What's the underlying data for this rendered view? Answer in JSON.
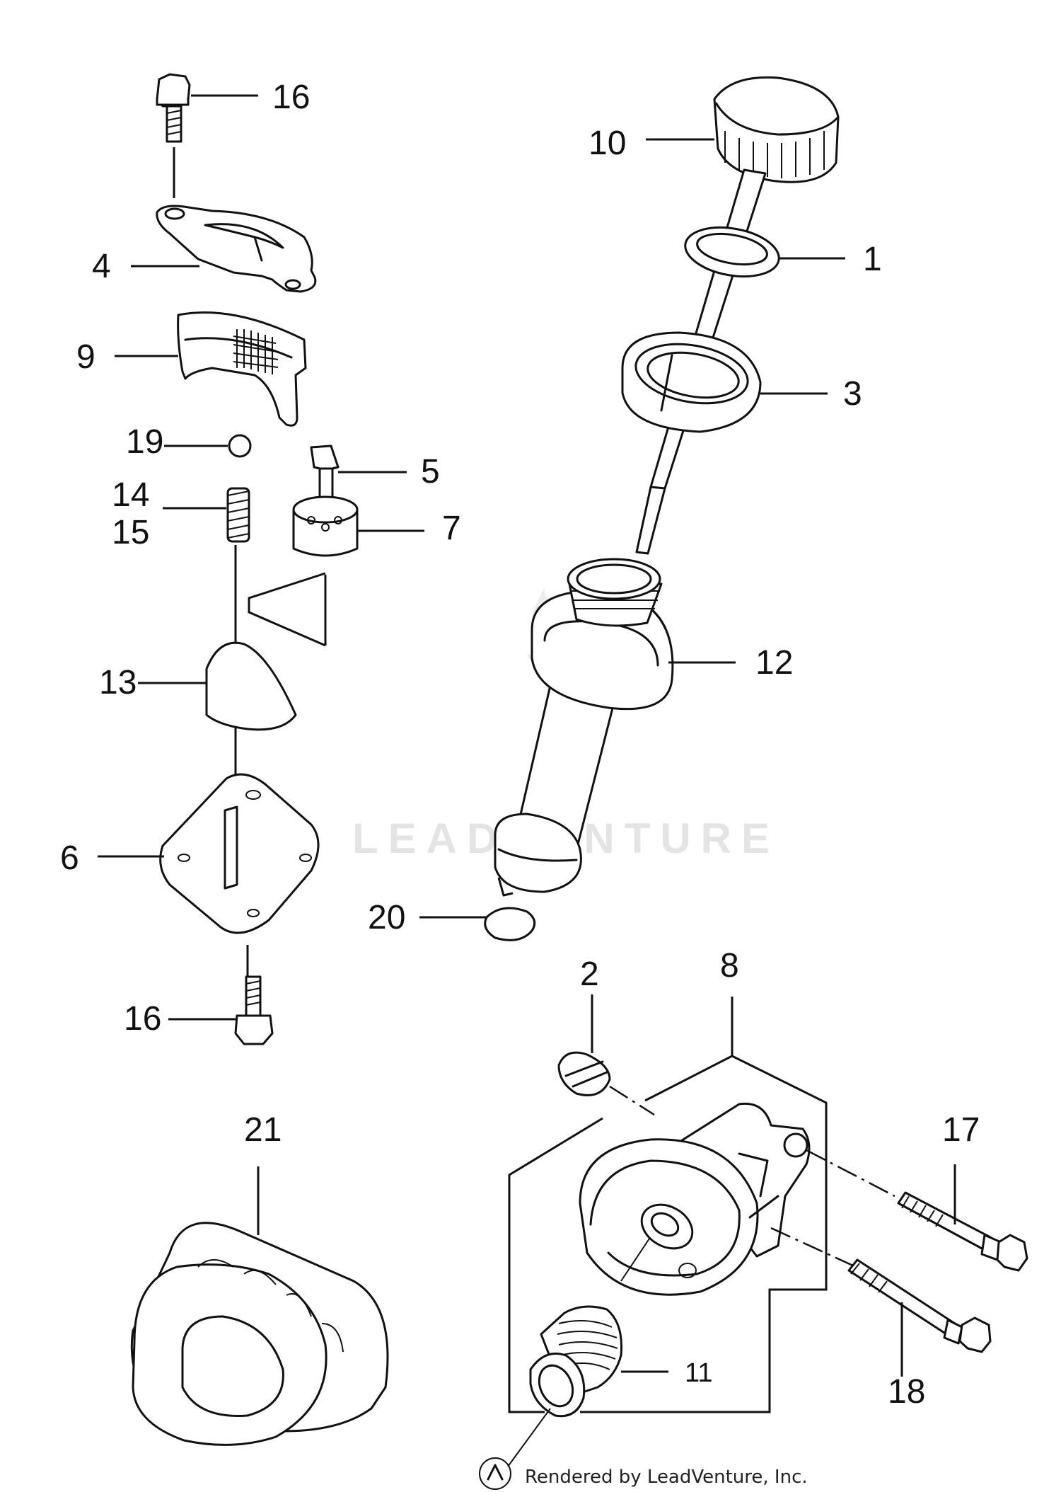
{
  "labels": {
    "p16_top": "16",
    "p10": "10",
    "p1": "1",
    "p4": "4",
    "p9": "9",
    "p3": "3",
    "p19": "19",
    "p5": "5",
    "p14": "14",
    "p15": "15",
    "p7": "7",
    "p13": "13",
    "p12": "12",
    "p6": "6",
    "p20": "20",
    "p2": "2",
    "p8": "8",
    "p16_bottom": "16",
    "p21": "21",
    "p17": "17",
    "p11": "11",
    "p18": "18"
  },
  "watermark": "LEADVENTURE",
  "credit": "Rendered by LeadVenture, Inc.",
  "colors": {
    "line": "#111111",
    "watermark": "#e4e4e4",
    "background": "#ffffff"
  }
}
